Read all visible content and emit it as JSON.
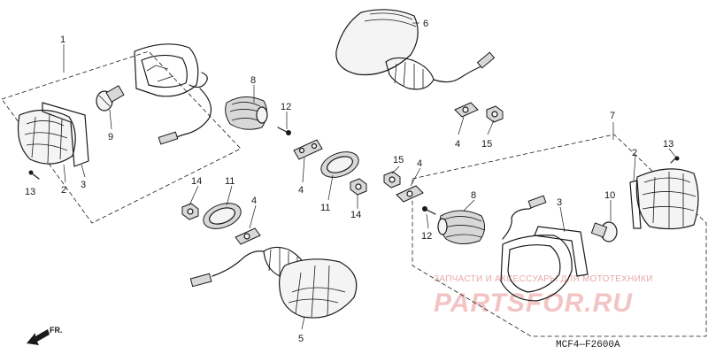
{
  "diagram": {
    "code": "MCF4—F2600A",
    "direction_label": "FR.",
    "callouts": {
      "c1": "1",
      "c2a": "2",
      "c3a": "3",
      "c4a": "4",
      "c4b": "4",
      "c4c": "4",
      "c4d": "4",
      "c5": "5",
      "c6": "6",
      "c7": "7",
      "c8a": "8",
      "c8b": "8",
      "c9": "9",
      "c10": "10",
      "c11a": "11",
      "c11b": "11",
      "c12a": "12",
      "c12b": "12",
      "c13a": "13",
      "c13b": "13",
      "c14a": "14",
      "c14b": "14",
      "c15a": "15",
      "c15b": "15",
      "c2b": "2",
      "c3b": "3"
    }
  },
  "watermark": {
    "tagline": "ЗАПЧАСТИ И АКСЕССУАРЫ ДЛЯ МОТОТЕХНИКИ",
    "brand": "PARTSFOR.RU"
  }
}
